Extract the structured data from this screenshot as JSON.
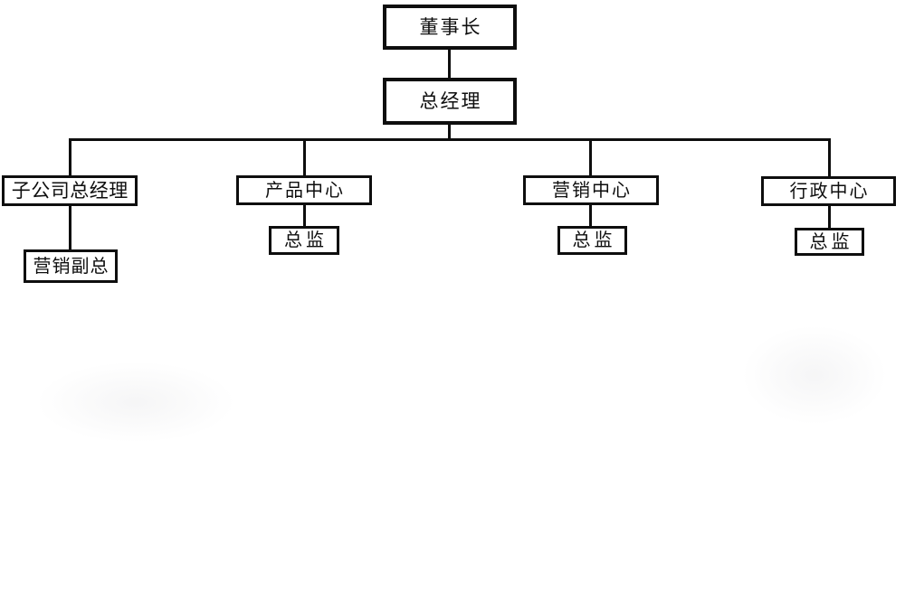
{
  "org_chart": {
    "background_color": "#ffffff",
    "line_color": "#0e0e0e",
    "box_border_color": "#0e0e0e",
    "text_color": "#0e0e0e",
    "nodes": {
      "chairman": {
        "label": "董事长"
      },
      "general_manager": {
        "label": "总经理"
      },
      "subsidiary_gm": {
        "label": "子公司总经理"
      },
      "product_center": {
        "label": "产品中心"
      },
      "marketing_center": {
        "label": "营销中心"
      },
      "admin_center": {
        "label": "行政中心"
      },
      "marketing_vp": {
        "label": "营销副总"
      },
      "product_director": {
        "label": "总监"
      },
      "marketing_director": {
        "label": "总监"
      },
      "admin_director": {
        "label": "总监"
      }
    },
    "edges": [
      {
        "from": "chairman",
        "to": "general_manager"
      },
      {
        "from": "general_manager",
        "to": "subsidiary_gm"
      },
      {
        "from": "general_manager",
        "to": "product_center"
      },
      {
        "from": "general_manager",
        "to": "marketing_center"
      },
      {
        "from": "general_manager",
        "to": "admin_center"
      },
      {
        "from": "subsidiary_gm",
        "to": "marketing_vp"
      },
      {
        "from": "product_center",
        "to": "product_director"
      },
      {
        "from": "marketing_center",
        "to": "marketing_director"
      },
      {
        "from": "admin_center",
        "to": "admin_director"
      }
    ]
  }
}
